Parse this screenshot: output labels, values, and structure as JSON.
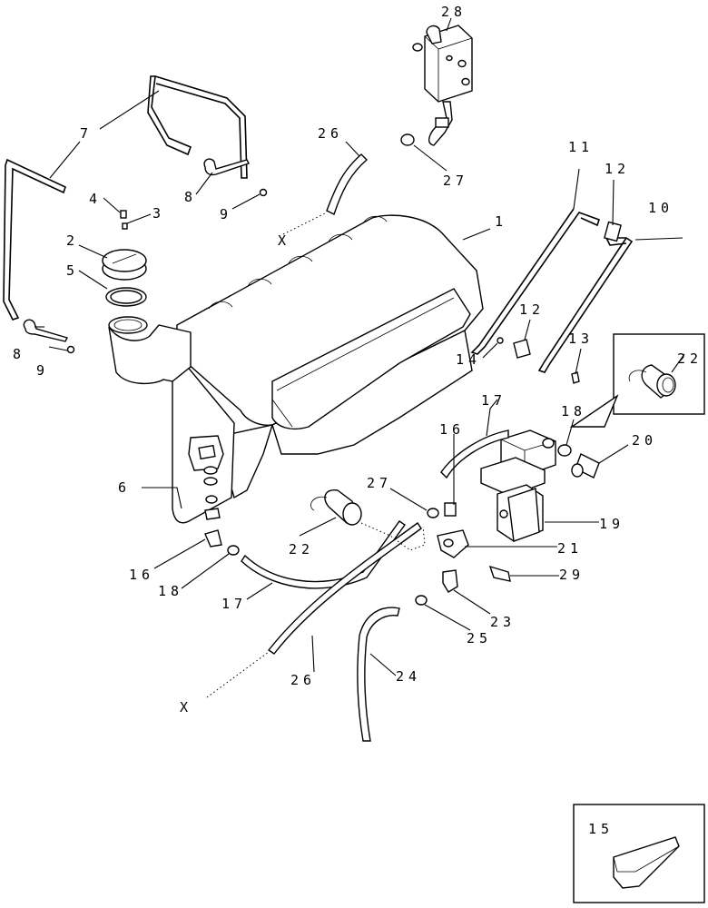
{
  "diagram": {
    "labels": {
      "l1": "1",
      "l2": "2",
      "l3": "3",
      "l4": "4",
      "l5": "5",
      "l6": "6",
      "l7": "7",
      "l8a": "8",
      "l8b": "8",
      "l9a": "9",
      "l9b": "9",
      "l10": "10",
      "l11": "11",
      "l12a": "12",
      "l12b": "12",
      "l13": "13",
      "l14": "14",
      "l15": "15",
      "l16a": "16",
      "l16b": "16",
      "l17a": "17",
      "l17b": "17",
      "l18a": "18",
      "l18b": "18",
      "l19": "19",
      "l20": "20",
      "l21": "21",
      "l22a": "22",
      "l22b": "22",
      "l23": "23",
      "l24": "24",
      "l25": "25",
      "l26a": "26",
      "l26b": "26",
      "l27a": "27",
      "l27b": "27",
      "l28": "28",
      "l29": "29",
      "xa": "X",
      "xb": "X"
    }
  }
}
